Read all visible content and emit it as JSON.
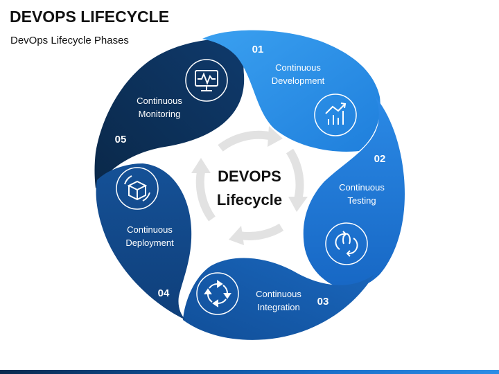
{
  "header": {
    "title": "DEVOPS LIFECYCLE",
    "subtitle": "DevOps Lifecycle Phases"
  },
  "center": {
    "line1": "DEVOPS",
    "line2": "Lifecycle"
  },
  "phases": [
    {
      "number": "01",
      "label_line1": "Continuous",
      "label_line2": "Development",
      "icon": "growth-chart-icon",
      "color": "#2f8fe8"
    },
    {
      "number": "02",
      "label_line1": "Continuous",
      "label_line2": "Testing",
      "icon": "refresh-cycle-icon",
      "color": "#1f78d8"
    },
    {
      "number": "03",
      "label_line1": "Continuous",
      "label_line2": "Integration",
      "icon": "circular-arrows-icon",
      "color": "#1459a8"
    },
    {
      "number": "04",
      "label_line1": "Continuous",
      "label_line2": "Deployment",
      "icon": "package-box-icon",
      "color": "#114686"
    },
    {
      "number": "05",
      "label_line1": "Continuous",
      "label_line2": "Monitoring",
      "icon": "monitor-pulse-icon",
      "color": "#0b2e57"
    }
  ],
  "colors": {
    "center_arrows": "#e2e2e2",
    "text": "#111111"
  }
}
